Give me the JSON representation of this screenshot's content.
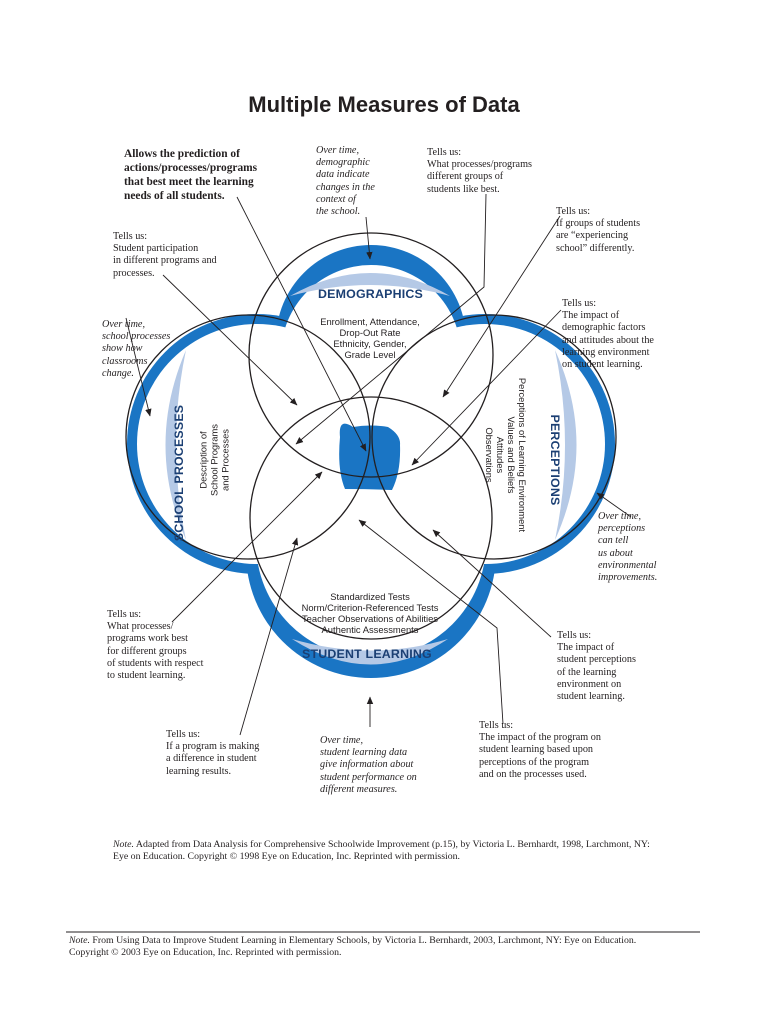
{
  "title": "Multiple Measures of Data",
  "labels": {
    "demographics": "DEMOGRAPHICS",
    "school_processes": "SCHOOL PROCESSES",
    "perceptions": "PERCEPTIONS",
    "student_learning": "STUDENT LEARNING"
  },
  "inner_text": {
    "demographics": "Enrollment, Attendance,\nDrop-Out Rate\nEthnicity, Gender,\nGrade Level",
    "school_processes": "Description of\nSchool Programs\nand Processes",
    "perceptions": "Perceptions of Learning Environment\nValues and Beliefs\nAttitudes\nObservations",
    "student_learning": "Standardized Tests\nNorm/Criterion-Referenced Tests\nTeacher Observations of Abilities\nAuthentic Assessments"
  },
  "annotations": {
    "center_prediction": "Allows the prediction of\nactions/processes/programs\nthat best meet the learning\nneeds of all students.",
    "demographic_overtime": "Over time,\ndemographic\ndata indicate\nchanges in the\ncontext of\nthe school.",
    "tells_processes_groups_like": "Tells us:\nWhat processes/programs\ndifferent groups of\nstudents like best.",
    "tells_experiencing": "Tells us:\nIf groups of students\nare “experiencing\nschool” differently.",
    "tells_participation": "Tells us:\nStudent participation\nin different programs and\nprocesses.",
    "tells_demographic_impact": "Tells us:\nThe impact of\ndemographic factors\nand attitudes about the\nlearning environment\non student learning.",
    "school_overtime": "Over time,\nschool processes\nshow how\nclassrooms\nchange.",
    "perceptions_overtime": "Over time,\nperceptions\ncan tell\nus about\nenvironmental\nimprovements.",
    "tells_work_best": "Tells us:\nWhat processes/\nprograms work best\nfor different groups\nof students with respect\nto student learning.",
    "tells_student_perceptions": "Tells us:\nThe impact of\nstudent perceptions\nof the learning\nenvironment on\nstudent learning.",
    "tells_program_difference": "Tells us:\nIf a program is making\na difference in student\nlearning results.",
    "learning_overtime": "Over time,\nstudent learning data\ngive information about\nstudent performance on\ndifferent measures.",
    "tells_program_impact": "Tells us:\nThe impact of the program on\nstudent learning based upon\nperceptions of the program\nand on the processes used."
  },
  "notes": {
    "note1_label": "Note.",
    "note1": "Adapted from Data Analysis for Comprehensive Schoolwide Improvement (p.15), by Victoria L. Bernhardt, 1998, Larchmont, NY:\nEye on Education. Copyright © 1998 Eye on Education, Inc. Reprinted with permission.",
    "note2_label": "Note.",
    "note2": "From Using Data to Improve Student Learning in Elementary Schools, by Victoria L. Bernhardt, 2003, Larchmont, NY: Eye on Education.\nCopyright © 2003 Eye on Education, Inc. Reprinted with permission."
  },
  "colors": {
    "outer_blue": "#1a75c4",
    "light_blue": "#b5c9e6",
    "label_navy": "#1b3f73",
    "line": "#231f20"
  }
}
